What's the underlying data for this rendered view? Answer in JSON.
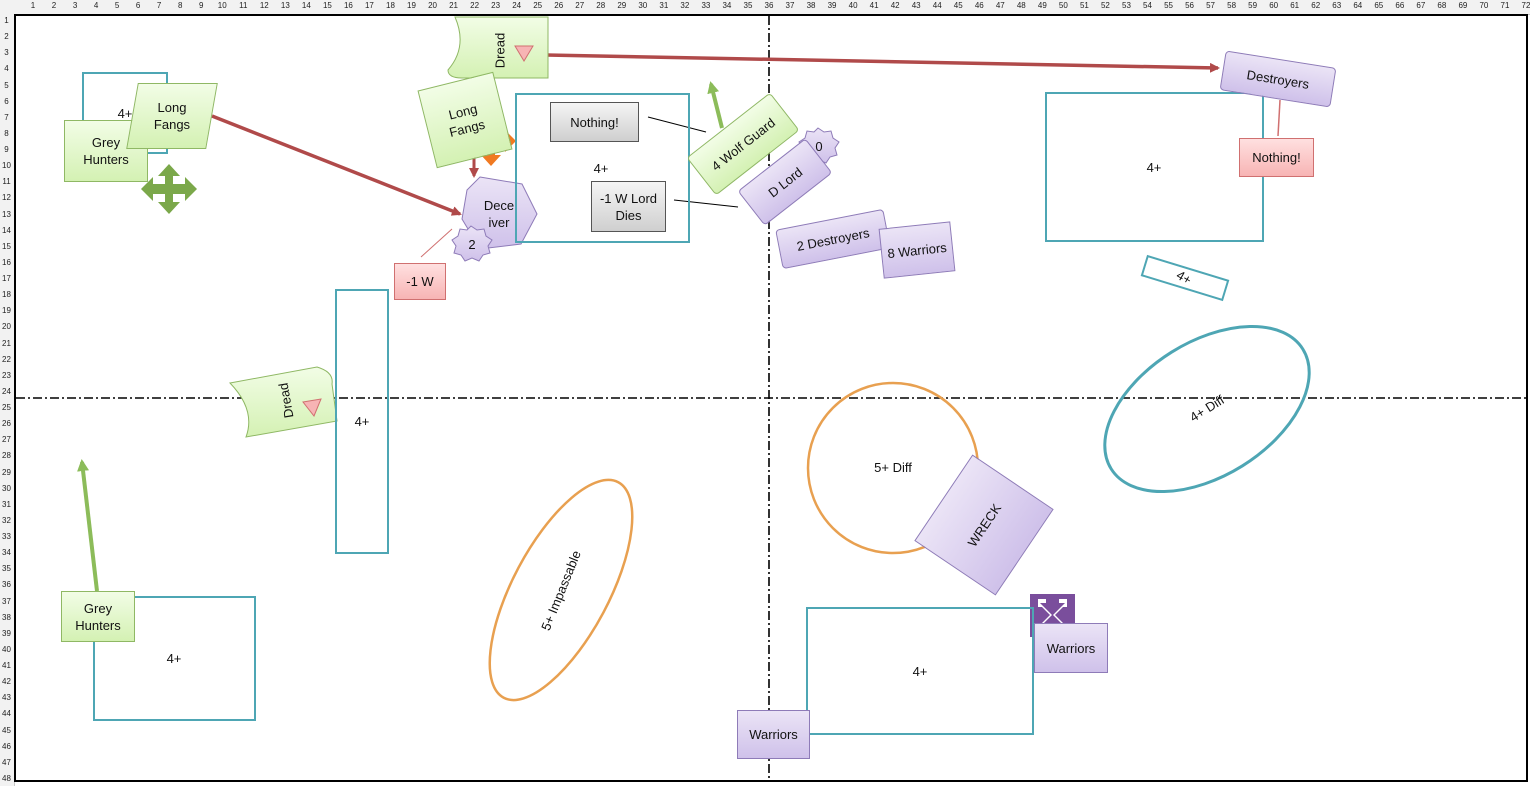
{
  "grid": {
    "columns": [
      "1",
      "2",
      "3",
      "4",
      "5",
      "6",
      "7",
      "8",
      "9",
      "10",
      "11",
      "12",
      "13",
      "14",
      "15",
      "16",
      "17",
      "18",
      "19",
      "20",
      "21",
      "22",
      "23",
      "24",
      "25",
      "26",
      "27",
      "28",
      "29",
      "30",
      "31",
      "32",
      "33",
      "34",
      "35",
      "36",
      "37",
      "38",
      "39",
      "40",
      "41",
      "42",
      "43",
      "44",
      "45",
      "46",
      "47",
      "48",
      "49",
      "50",
      "51",
      "52",
      "53",
      "54",
      "55",
      "56",
      "57",
      "58",
      "59",
      "60",
      "61",
      "62",
      "63",
      "64",
      "65",
      "66",
      "67",
      "68",
      "69",
      "70",
      "71",
      "72"
    ],
    "rows": [
      "1",
      "2",
      "3",
      "4",
      "5",
      "6",
      "7",
      "8",
      "9",
      "10",
      "11",
      "12",
      "13",
      "14",
      "15",
      "16",
      "17",
      "18",
      "19",
      "20",
      "21",
      "22",
      "23",
      "24",
      "25",
      "26",
      "27",
      "28",
      "29",
      "30",
      "31",
      "32",
      "33",
      "34",
      "35",
      "36",
      "37",
      "38",
      "39",
      "40",
      "41",
      "42",
      "43",
      "44",
      "45",
      "46",
      "47",
      "48"
    ]
  },
  "terrain": {
    "tl_small": "4+",
    "center_top": "4+",
    "right_top": "4+",
    "small_tilted": "4+",
    "tall_left": "4+",
    "bottom_left": "4+",
    "bottom_center": "4+",
    "ellipse_right": "4+ Diff",
    "circle_center": "5+ Diff",
    "ellipse_impassable": "5+ Impassable"
  },
  "units": {
    "grey_hunters_top": "Grey Hunters",
    "long_fangs_left": "Long Fangs",
    "dread_top": "Dread",
    "long_fangs_center": "Long Fangs",
    "deceiver": "Dece iver",
    "deceiver_badge": "2",
    "minus_w_left": "-1 W",
    "nothing_center": "Nothing!",
    "minus_w_lord": "-1 W Lord Dies",
    "wolf_guard": "4 Wolf Guard",
    "d_lord": "D Lord",
    "d_lord_badge": "0",
    "two_destroyers": "2 Destroyers",
    "eight_warriors": "8 Warriors",
    "destroyers": "Destroyers",
    "nothing_right": "Nothing!",
    "dread_left": "Dread",
    "grey_hunters_bottom": "Grey Hunters",
    "wreck": "WRECK",
    "warriors_right": "Warriors",
    "warriors_bottom": "Warriors"
  },
  "colors": {
    "terrain_teal": "#4ea6b4",
    "terrain_orange": "#e8a050",
    "arrow_red": "#b04a4a",
    "arrow_green": "#8cbc5a",
    "marker_orange": "#f07a22",
    "marker_purple": "#7a4e9c"
  }
}
